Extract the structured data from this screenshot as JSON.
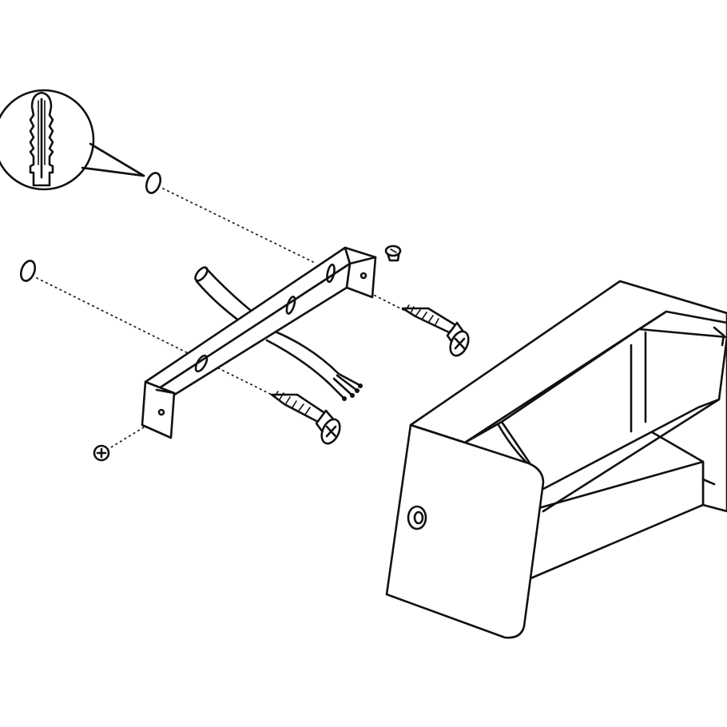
{
  "diagram": {
    "type": "exploded assembly drawing",
    "parts": [
      "wall-plug",
      "wall-plug-hole",
      "mounting-bracket",
      "cable",
      "wood-screw",
      "small-screw",
      "lamp-housing"
    ],
    "line_color": "#111111",
    "background_color": "#ffffff"
  }
}
